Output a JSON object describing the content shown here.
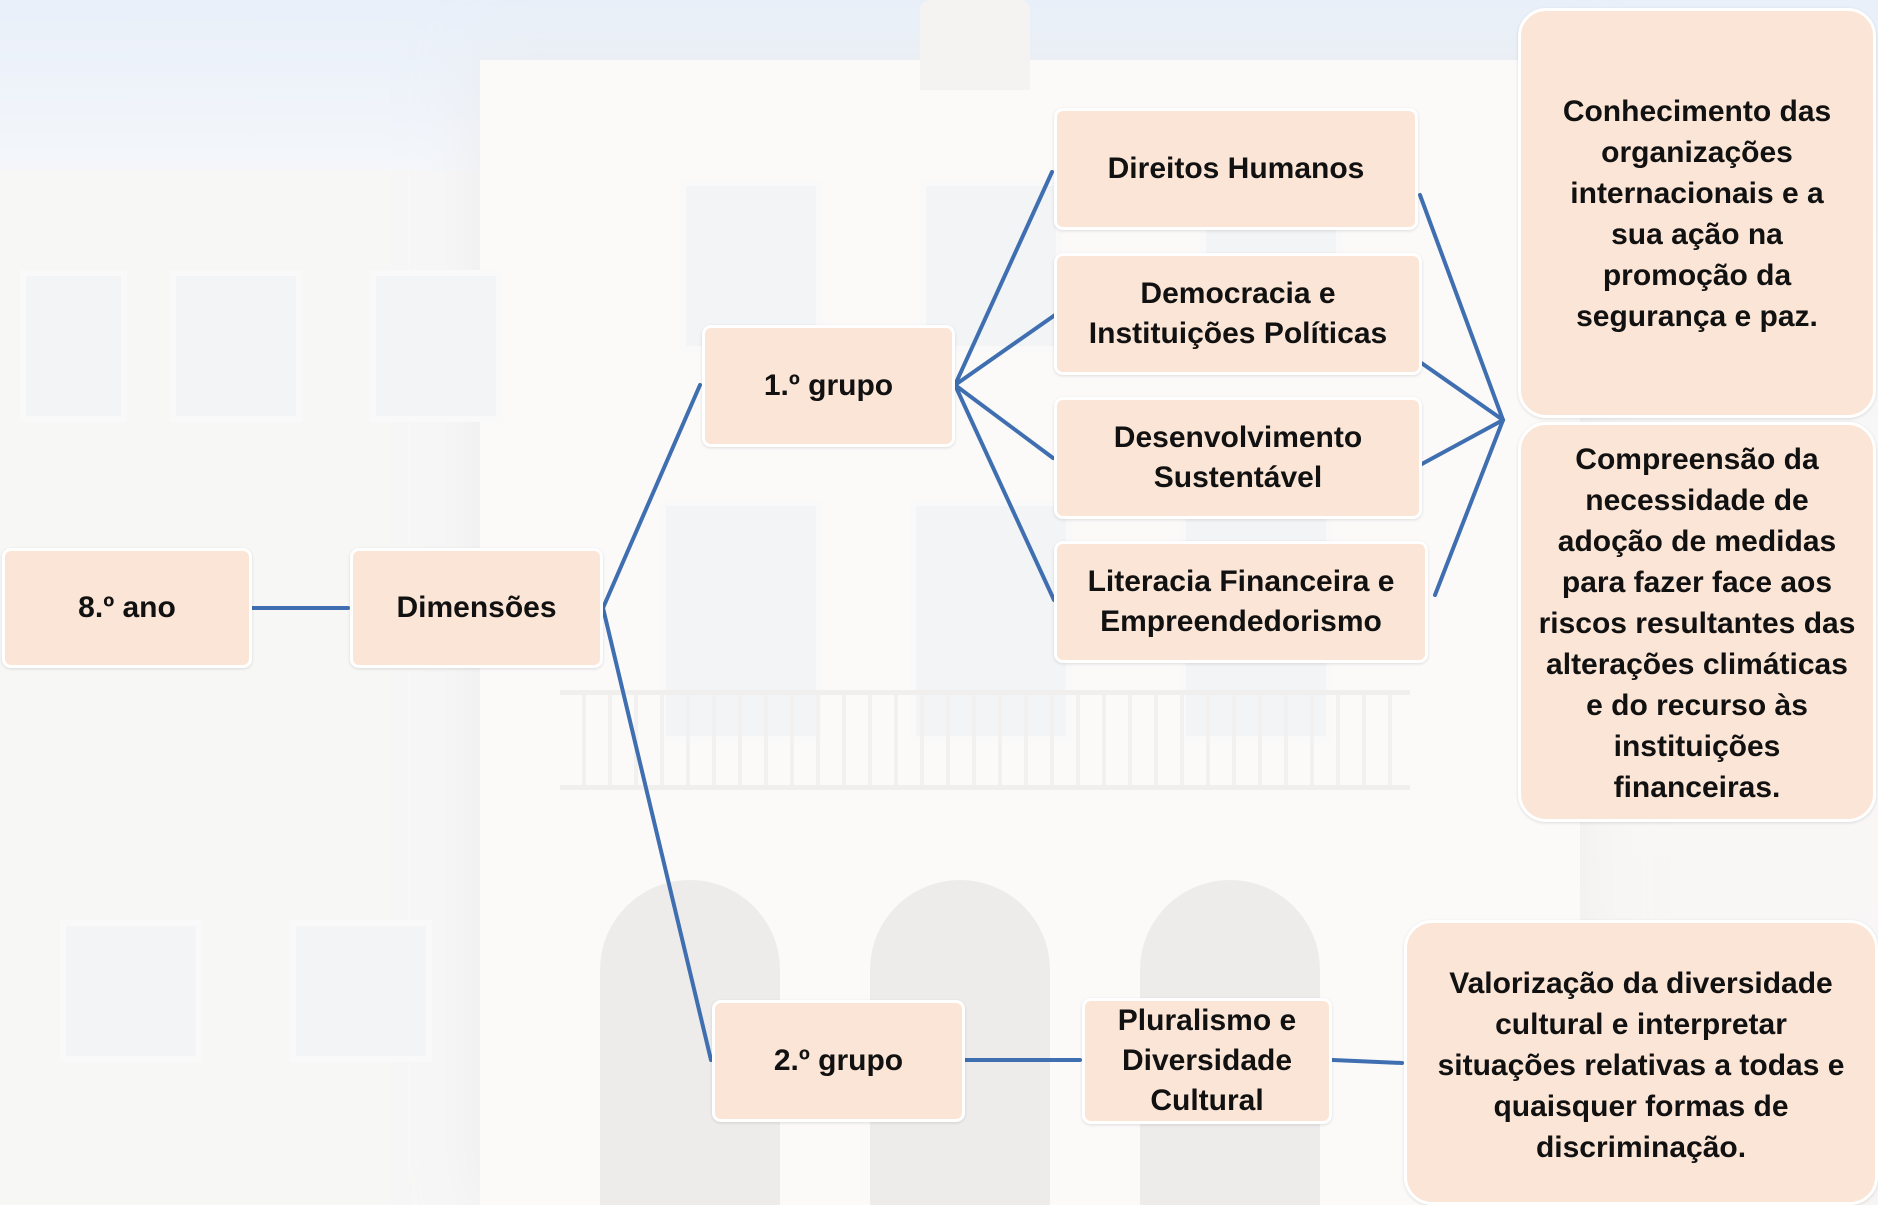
{
  "nodes": {
    "ano": "8.º ano",
    "dimensoes": "Dimensões",
    "grupo1": "1.º grupo",
    "grupo2": "2.º grupo",
    "direitos": "Direitos Humanos",
    "democracia": "Democracia e\nInstituições Políticas",
    "desenvolvimento": "Desenvolvimento\nSustentável",
    "literacia": "Literacia Financeira e\nEmpreendedorismo",
    "pluralismo": "Pluralismo e\nDiversidade\nCultural",
    "conhecimento": "Conhecimento das\norganizações\ninternacionais e a\nsua ação na\npromoção da\nsegurança e paz.",
    "compreensao": "Compreensão da\nnecessidade de\nadoção de medidas\npara fazer face aos\nriscos resultantes das\nalterações climáticas\ne do recurso às\ninstituições\nfinanceiras.",
    "valorizacao": "Valorização da diversidade\ncultural e  interpretar\nsituações relativas a todas e\nquaisquer formas de\ndiscriminação."
  },
  "colors": {
    "box_fill": "#fbe5d6",
    "box_border": "#ffffff",
    "connector": "#3f6fb0"
  }
}
